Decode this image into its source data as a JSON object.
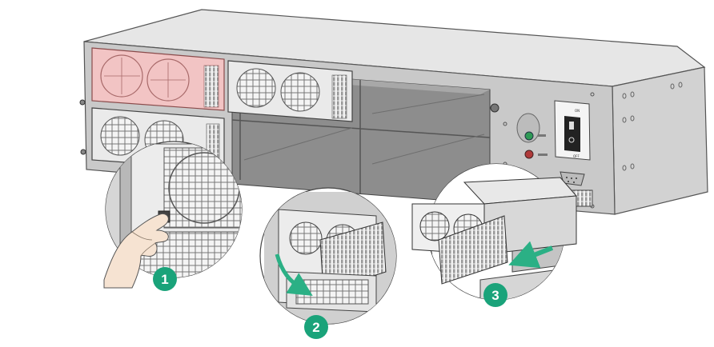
{
  "colors": {
    "chassis_top": "#e6e6e6",
    "chassis_front": "#c9c9c9",
    "chassis_side": "#d2d2d2",
    "highlight_module": "#f2c4c4",
    "step_badge": "#1aa37a",
    "arrow": "#2bb085",
    "led_green": "#2e9a55",
    "led_red": "#b03a3a"
  },
  "steps": [
    {
      "label": "1"
    },
    {
      "label": "2"
    },
    {
      "label": "3"
    }
  ],
  "switch_panel": {
    "on_label": "ON",
    "off_label": "OFF"
  },
  "icons": [
    "fan-grille-icon",
    "hand-icon",
    "arrow-icon",
    "screw-icon",
    "power-switch-icon",
    "serial-port-icon"
  ]
}
